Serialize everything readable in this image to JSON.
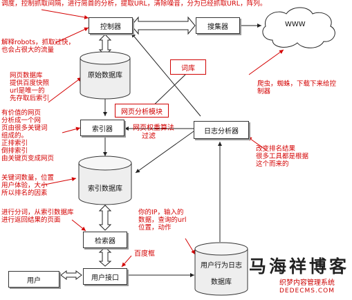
{
  "nodes": {
    "controller": "控制器",
    "collector": "搜集器",
    "www": "WWW",
    "raw_db": "原始数据库",
    "indexer": "索引器",
    "index_db": "索引数据库",
    "retriever": "检索器",
    "user_interface": "用户接口",
    "user": "用户",
    "log_analyzer": "日志分析器",
    "user_log_db_line1": "用户行为日志",
    "user_log_db_line2": "数据库",
    "lexicon": "词库",
    "page_analysis": "网页分析模块",
    "page_weight": "网页权重算法",
    "filter": "过滤"
  },
  "notes": {
    "top": "调度，控制抓取间隔，进行简首的分析，提取URL，清除噪音，分为已经抓取URL，阵列。",
    "robots": "解释robots，抓取过快，\n也会占很大的流量",
    "raw_db_note": "网页数据库\n提供百度快照\nurl是唯一的\n先存取后索引",
    "index_note": "有价值的网页\n分析成一个网\n页由很多关键词\n组成的。\n正排索引\n倒排索引\n由关键页变成网页",
    "keyword_note": "关键词数量，位置\n用户体验，大小\n所以排名的因素",
    "search_note": "进行分词，从索引数据库\n进行返回结果的页面",
    "crawler_note": "爬虫，蜘蛛，下载下来给控\n制器",
    "ranking_note": "改变排名结果\n很多工具都是根据\n这个而来的",
    "ip_note": "你的IP，输入的\n数据，查询的url\n位置，动作",
    "search_box": "百度框"
  },
  "watermark": {
    "title": "马海祥博客",
    "subtitle": "织梦内容管理系统",
    "url": "DEDECMS.COM"
  },
  "colors": {
    "note_red": "#d40000",
    "box_border": "#333333",
    "arrow": "#222222"
  }
}
